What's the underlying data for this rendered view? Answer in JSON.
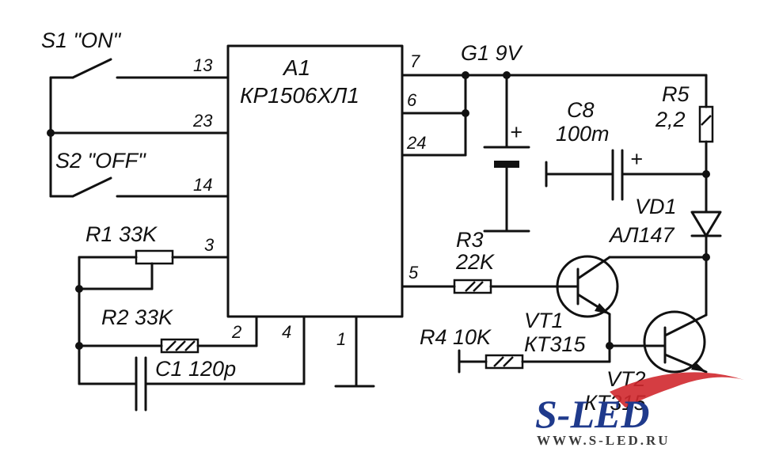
{
  "ic": {
    "ref": "A1",
    "part": "КР1506ХЛ1"
  },
  "pins": {
    "p13": "13",
    "p23": "23",
    "p14": "14",
    "p3": "3",
    "p2": "2",
    "p4": "4",
    "p1": "1",
    "p7": "7",
    "p6": "6",
    "p24": "24",
    "p5": "5"
  },
  "switches": {
    "s1": "S1 \"ON\"",
    "s2": "S2 \"OFF\""
  },
  "battery": {
    "ref": "G1 9V",
    "plus": "+"
  },
  "resistors": {
    "r1": "R1 33K",
    "r2": "R2 33K",
    "r3_ref": "R3",
    "r3_val": "22K",
    "r4": "R4 10K",
    "r5_ref": "R5",
    "r5_val": "2,2"
  },
  "capacitors": {
    "c1": "C1 120p",
    "c8_ref": "C8",
    "c8_val": "100m",
    "c8_plus": "+"
  },
  "diode": {
    "ref": "VD1",
    "part": "АЛ147"
  },
  "transistors": {
    "vt1_ref": "VT1",
    "vt1_part": "КТ315",
    "vt2_ref": "VT2",
    "vt2_part": "КТ315"
  },
  "watermark": {
    "brand": "S-LED",
    "url": "WWW.S-LED.RU",
    "brand_color": "#1f3a8c",
    "swoosh_color": "#d0282e"
  }
}
